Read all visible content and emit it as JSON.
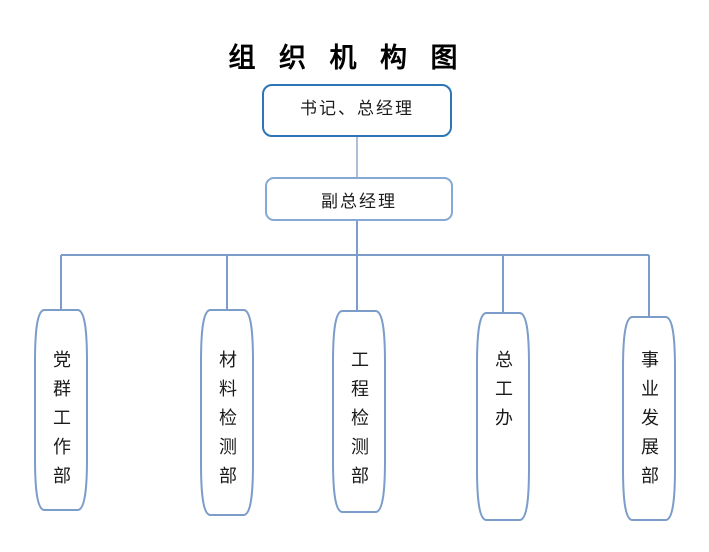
{
  "page": {
    "title": "组 织 机 构 图"
  },
  "org_chart": {
    "root": {
      "label": "书记、总经理"
    },
    "deputy": {
      "label": "副总经理"
    },
    "departments": [
      {
        "label": "党群工作部"
      },
      {
        "label": "材料检测部"
      },
      {
        "label": "工程检测部"
      },
      {
        "label": "总工办"
      },
      {
        "label": "事业发展部"
      }
    ]
  },
  "colors": {
    "root_border": "#2E75B6",
    "deputy_border": "#85A9D4",
    "connector": "#7C9DC9",
    "connector_light": "#AEBDDA",
    "shape_border": "#7C9DC9",
    "title_text": "#000000",
    "node_text": "#1B1B1B"
  }
}
